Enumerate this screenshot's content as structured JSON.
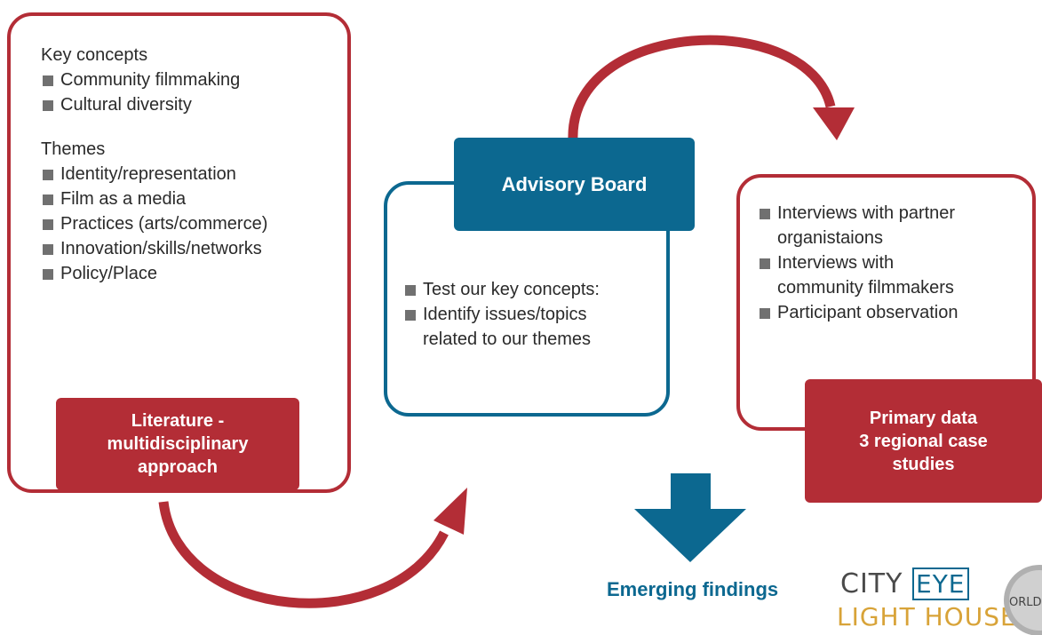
{
  "literature": {
    "key_concepts_heading": "Key concepts",
    "key_concepts": [
      "Community filmmaking",
      "Cultural diversity"
    ],
    "themes_heading": "Themes",
    "themes": [
      "Identity/representation",
      "Film as a media",
      "Practices (arts/commerce)",
      "Innovation/skills/networks",
      "Policy/Place"
    ],
    "label_lines": [
      "Literature -",
      "multidisciplinary",
      "approach"
    ]
  },
  "advisory": {
    "title": "Advisory Board",
    "items": [
      "Test our key concepts:",
      "Identify issues/topics",
      "related to our themes"
    ]
  },
  "primary": {
    "items": [
      "Interviews with partner",
      "organistaions",
      "Interviews with",
      "community filmmakers",
      "Participant observation"
    ],
    "label_lines": [
      "Primary data",
      "3 regional case",
      "studies"
    ]
  },
  "findings": {
    "label": "Emerging findings"
  },
  "logo": {
    "line1_a": "CITY",
    "line1_b": "EYE",
    "line2": "LIGHT HOUSE",
    "globe_text": "ORLD"
  },
  "colors": {
    "red": "#b32d36",
    "blue": "#0c6890",
    "bullet": "#707070"
  }
}
